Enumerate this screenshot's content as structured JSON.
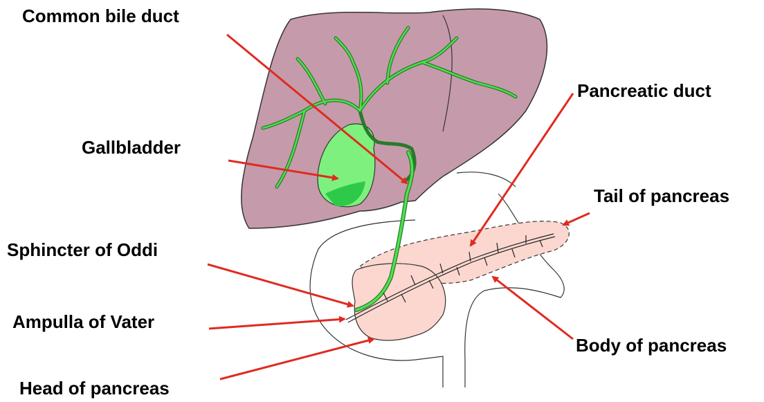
{
  "labels": {
    "common_bile_duct": "Common bile duct",
    "pancreatic_duct": "Pancreatic duct",
    "gallbladder": "Gallbladder",
    "tail_of_pancreas": "Tail of pancreas",
    "sphincter_of_oddi": "Sphincter of Oddi",
    "ampulla_of_vater": "Ampulla of Vater",
    "body_of_pancreas": "Body of pancreas",
    "head_of_pancreas": "Head of pancreas"
  },
  "colors": {
    "liver": "#c59aab",
    "duct": "#4fe04f",
    "gallbladder": "#7ef07e",
    "pancreas": "#fbd7cf",
    "arrow": "#e02a20"
  }
}
